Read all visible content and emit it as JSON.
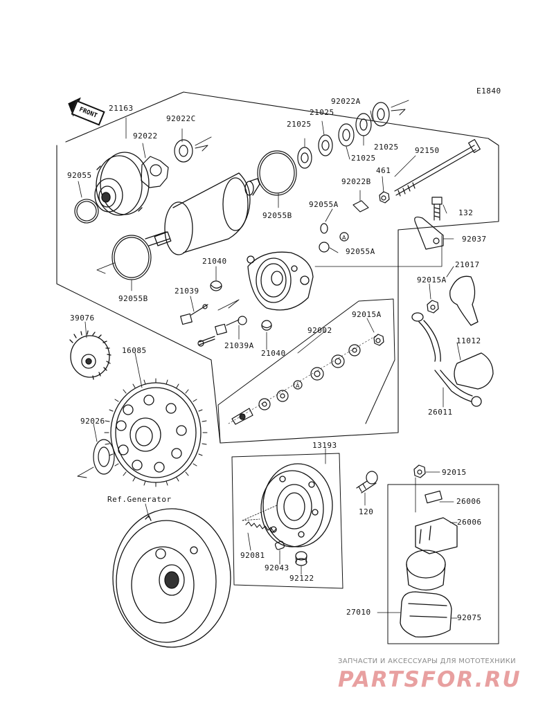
{
  "diagram_code": "E1840",
  "front_marker": "FRONT",
  "ref_note": "Ref.Generator",
  "parts": [
    {
      "id": "p21163",
      "text": "21163"
    },
    {
      "id": "p92022C",
      "text": "92022C"
    },
    {
      "id": "p92022",
      "text": "92022"
    },
    {
      "id": "p92022A",
      "text": "92022A"
    },
    {
      "id": "p21025a",
      "text": "21025"
    },
    {
      "id": "p21025b",
      "text": "21025"
    },
    {
      "id": "p21025c",
      "text": "21025"
    },
    {
      "id": "p21025d",
      "text": "21025"
    },
    {
      "id": "p92150",
      "text": "92150"
    },
    {
      "id": "p461",
      "text": "461"
    },
    {
      "id": "p92022B",
      "text": "92022B"
    },
    {
      "id": "p92055",
      "text": "92055"
    },
    {
      "id": "p92055B_top",
      "text": "92055B"
    },
    {
      "id": "p92055A_top",
      "text": "92055A"
    },
    {
      "id": "p132",
      "text": "132"
    },
    {
      "id": "p92037",
      "text": "92037"
    },
    {
      "id": "p92055A_mid",
      "text": "92055A"
    },
    {
      "id": "p21040a",
      "text": "21040"
    },
    {
      "id": "p21017",
      "text": "21017"
    },
    {
      "id": "p92015A_a",
      "text": "92015A"
    },
    {
      "id": "p92055B_bot",
      "text": "92055B"
    },
    {
      "id": "p21039",
      "text": "21039"
    },
    {
      "id": "p39076",
      "text": "39076"
    },
    {
      "id": "p92015A_b",
      "text": "92015A"
    },
    {
      "id": "p92002",
      "text": "92002"
    },
    {
      "id": "p21039A",
      "text": "21039A"
    },
    {
      "id": "p21040b",
      "text": "21040"
    },
    {
      "id": "p11012",
      "text": "11012"
    },
    {
      "id": "p16085",
      "text": "16085"
    },
    {
      "id": "p26011",
      "text": "26011"
    },
    {
      "id": "p92026",
      "text": "92026"
    },
    {
      "id": "p13193",
      "text": "13193"
    },
    {
      "id": "p92015",
      "text": "92015"
    },
    {
      "id": "p26006a",
      "text": "26006"
    },
    {
      "id": "p120",
      "text": "120"
    },
    {
      "id": "p26006b",
      "text": "26006"
    },
    {
      "id": "p92081",
      "text": "92081"
    },
    {
      "id": "p92043",
      "text": "92043"
    },
    {
      "id": "p92122",
      "text": "92122"
    },
    {
      "id": "p27010",
      "text": "27010"
    },
    {
      "id": "p92075",
      "text": "92075"
    }
  ],
  "watermark": {
    "tagline": "ЗАПЧАСТИ И АКСЕССУАРЫ ДЛЯ МОТОТЕХНИКИ",
    "brand": "PARTSFOR.RU",
    "brand_color": "#e8a0a0"
  }
}
